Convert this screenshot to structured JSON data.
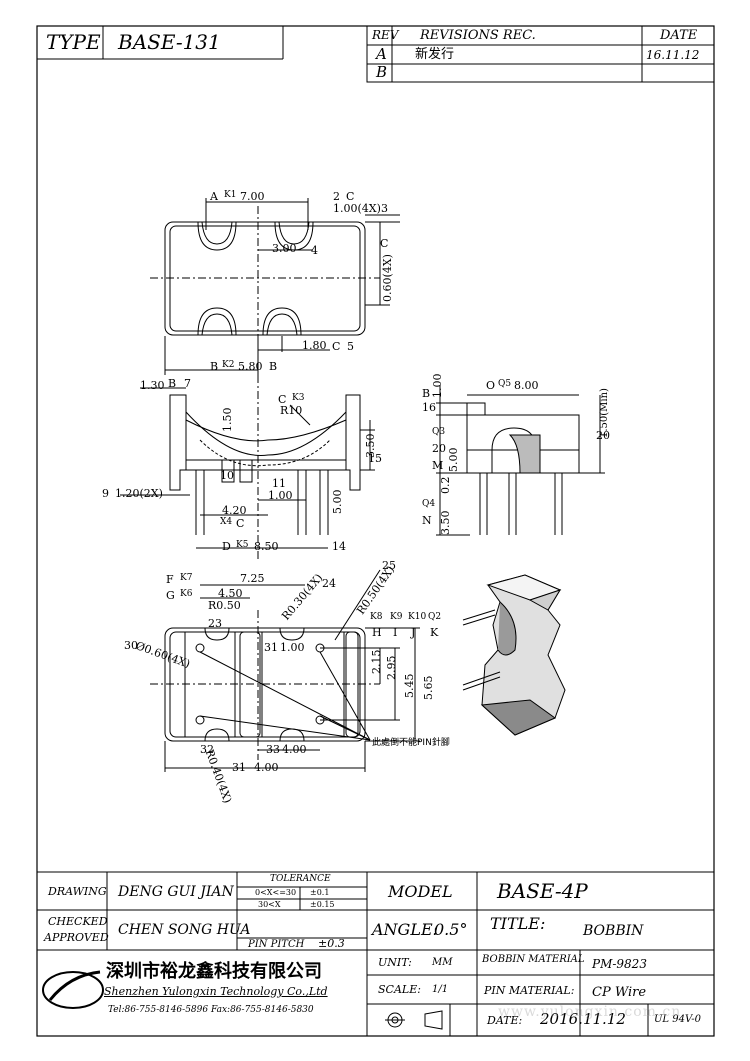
{
  "header": {
    "type_label": "TYPE",
    "type_value": "BASE-131",
    "rev_label": "REV",
    "revisions_label": "REVISIONS REC.",
    "date_label": "DATE",
    "revisions": [
      {
        "rev": "A",
        "text": "新发行",
        "date": "16.11.12"
      },
      {
        "rev": "B",
        "text": "",
        "date": ""
      }
    ]
  },
  "drawing": {
    "top_view": {
      "dim_a": "7.00",
      "dim_pitch_x": "1.00(4X)",
      "dim_300": "3.00",
      "dim_side": "0.60(4X)",
      "dim_580": "5.80",
      "dim_180": "1.80"
    },
    "front_view": {
      "dim_130": "1.30",
      "dim_150": "1.50",
      "radius": "R10",
      "dim_350": "3.50",
      "dim_120": "1.20(2X)",
      "dim_100": "1.00",
      "dim_420": "4.20",
      "dim_500": "5.00",
      "dim_850": "8.50"
    },
    "side_view": {
      "dim_100": "1.00",
      "dim_800": "8.00",
      "dim_150min": "1.50(Min)",
      "dim_500": "5.00",
      "dim_020": "0.2",
      "dim_350": "3.50"
    },
    "bottom_view": {
      "dim_725": "7.25",
      "dim_450": "4.50",
      "r050": "R0.50",
      "r030": "R0.30(4X)",
      "r050x4": "R0.50(4X)",
      "hole": "Ø0.60(4X)",
      "dim_100": "1.00",
      "dim_215": "2.15",
      "dim_295": "2.95",
      "dim_545": "5.45",
      "dim_565": "5.65",
      "dim_400a": "4.00",
      "dim_400b": "4.00",
      "r040": "R0.40(4X)",
      "note": "此處倒不能PIN針腳"
    },
    "balloons": {
      "a": "A",
      "b": "B",
      "c": "C",
      "d": "D",
      "f": "F",
      "g": "G",
      "h": "H",
      "i": "I",
      "j": "J",
      "k": "K",
      "m": "M",
      "n": "N",
      "o": "O",
      "k1": "K1",
      "k2": "K2",
      "k3": "K3",
      "k4": "X4",
      "k5": "K5",
      "k6": "K6",
      "k7": "K7",
      "k8": "K8",
      "k9": "K9",
      "k10": "K10",
      "q2": "Q2",
      "q3": "Q3",
      "q4": "Q4",
      "q5": "Q5",
      "n2": "2",
      "n3": "3",
      "n4": "4",
      "n5": "5",
      "n7": "7",
      "n9": "9",
      "n10": "10",
      "n11": "11",
      "n14": "14",
      "n15": "15",
      "n16": "16",
      "n20": "20",
      "n23": "23",
      "n24": "24",
      "n25": "25",
      "n30": "30",
      "n31": "31",
      "n32": "32",
      "n33": "33"
    }
  },
  "title_block": {
    "drawing_label": "DRAWING",
    "drawing_value": "DENG GUI JIAN",
    "checked_label": "CHECKED",
    "approved_label": "APPROVED",
    "checked_value": "CHEN SONG HUA",
    "tolerance_label": "TOLERANCE",
    "tol_row1_range": "0<X<=30",
    "tol_row1_value": "±0.1",
    "tol_row2_range": "30<X",
    "tol_row2_value": "±0.15",
    "pin_pitch_label": "PIN PITCH",
    "pin_pitch_value": "±0.3",
    "model_label": "MODEL",
    "model_value": "BASE-4P",
    "angle_label": "ANGLE:",
    "angle_value": "0.5°",
    "title_label": "TITLE:",
    "title_value": "BOBBIN",
    "company_cn": "深圳市裕龙鑫科技有限公司",
    "company_en": "Shenzhen Yulongxin Technology Co.,Ltd",
    "contact": "Tel:86-755-8146-5896  Fax:86-755-8146-5830",
    "unit_label": "UNIT:",
    "unit_value": "MM",
    "bobbin_material_label": "BOBBIN MATERIAL",
    "bobbin_material_value": "PM-9823",
    "scale_label": "SCALE:",
    "scale_value": "1/1",
    "pin_material_label": "PIN MATERIAL:",
    "pin_material_value": "CP Wire",
    "date_label": "DATE:",
    "date_value": "2016.11.12",
    "ul_value": "UL 94V-0"
  },
  "watermark": "www.yulongxin.com.cn"
}
